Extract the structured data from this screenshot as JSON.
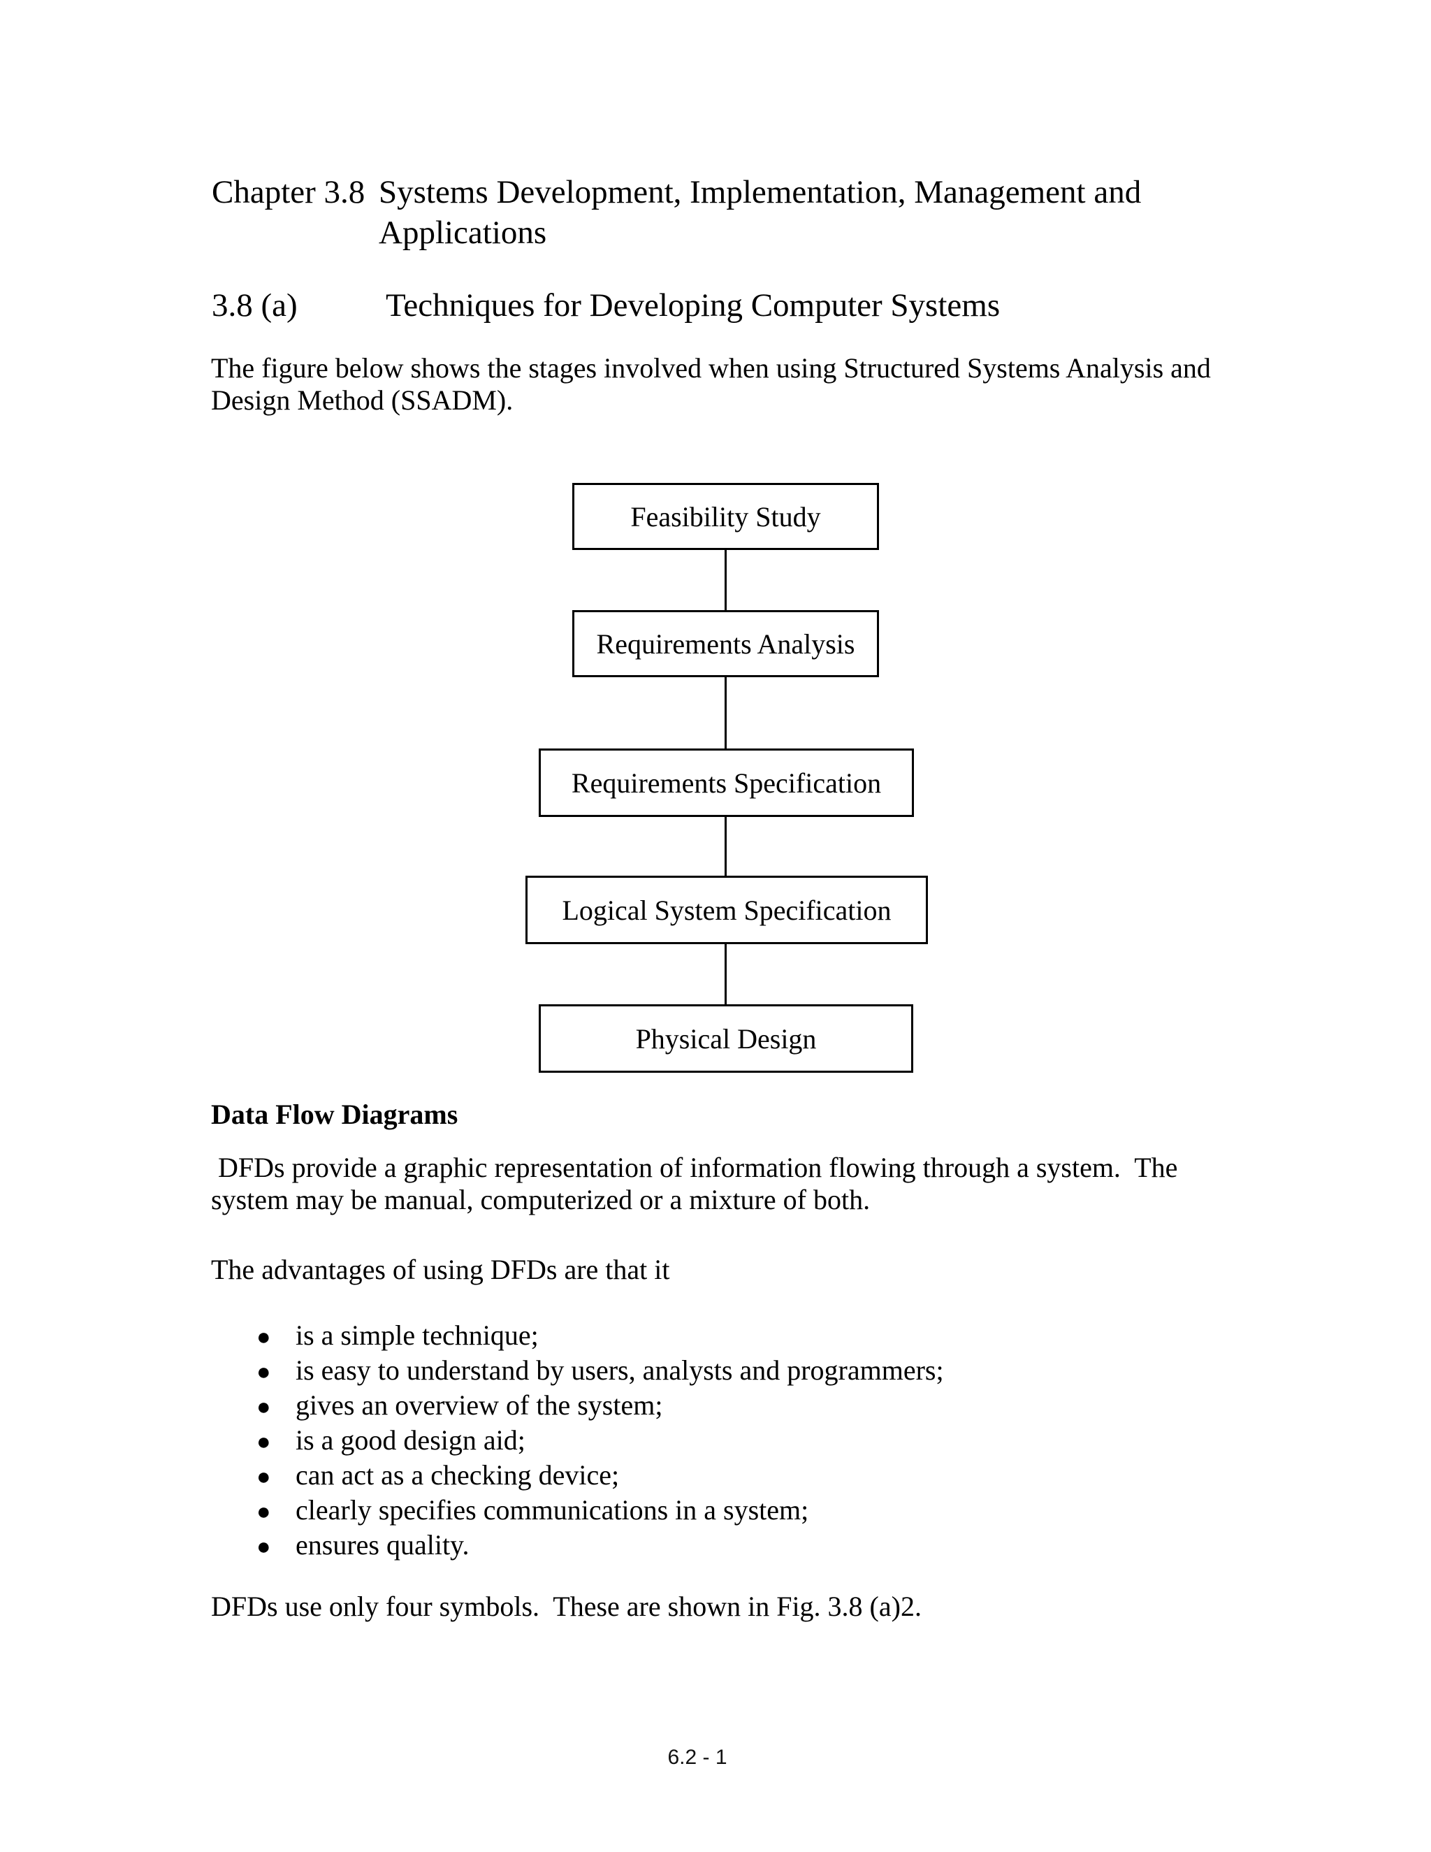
{
  "heading": {
    "chapter_label": "Chapter 3.8",
    "chapter_title_line1": "Systems Development, Implementation, Management and",
    "chapter_title_line2": "Applications",
    "section_label": "3.8 (a)",
    "section_title": "Techniques for Developing Computer Systems"
  },
  "intro": {
    "text": "The figure below shows the stages involved when using Structured Systems Analysis and\nDesign Method (SSADM)."
  },
  "flowchart": {
    "boxes": [
      {
        "label": "Feasibility Study"
      },
      {
        "label": "Requirements Analysis"
      },
      {
        "label": "Requirements Specification"
      },
      {
        "label": "Logical System Specification"
      },
      {
        "label": "Physical Design"
      }
    ]
  },
  "dfd_section": {
    "heading": "Data Flow Diagrams",
    "para1": " DFDs provide a graphic representation of information flowing through a system.  The\nsystem may be manual, computerized or a mixture of both.",
    "para2": "The advantages of using DFDs are that it",
    "bullet_glyph": "●",
    "bullets": [
      "is a simple technique;",
      "is easy to understand by users, analysts and programmers;",
      "gives an overview of the system;",
      "is a good design aid;",
      "can act as a checking device;",
      "clearly specifies communications in a system;",
      "ensures quality."
    ],
    "closing": "DFDs use only four symbols.  These are shown in Fig. 3.8 (a)2."
  },
  "footer": {
    "page_number": "6.2 - 1"
  }
}
